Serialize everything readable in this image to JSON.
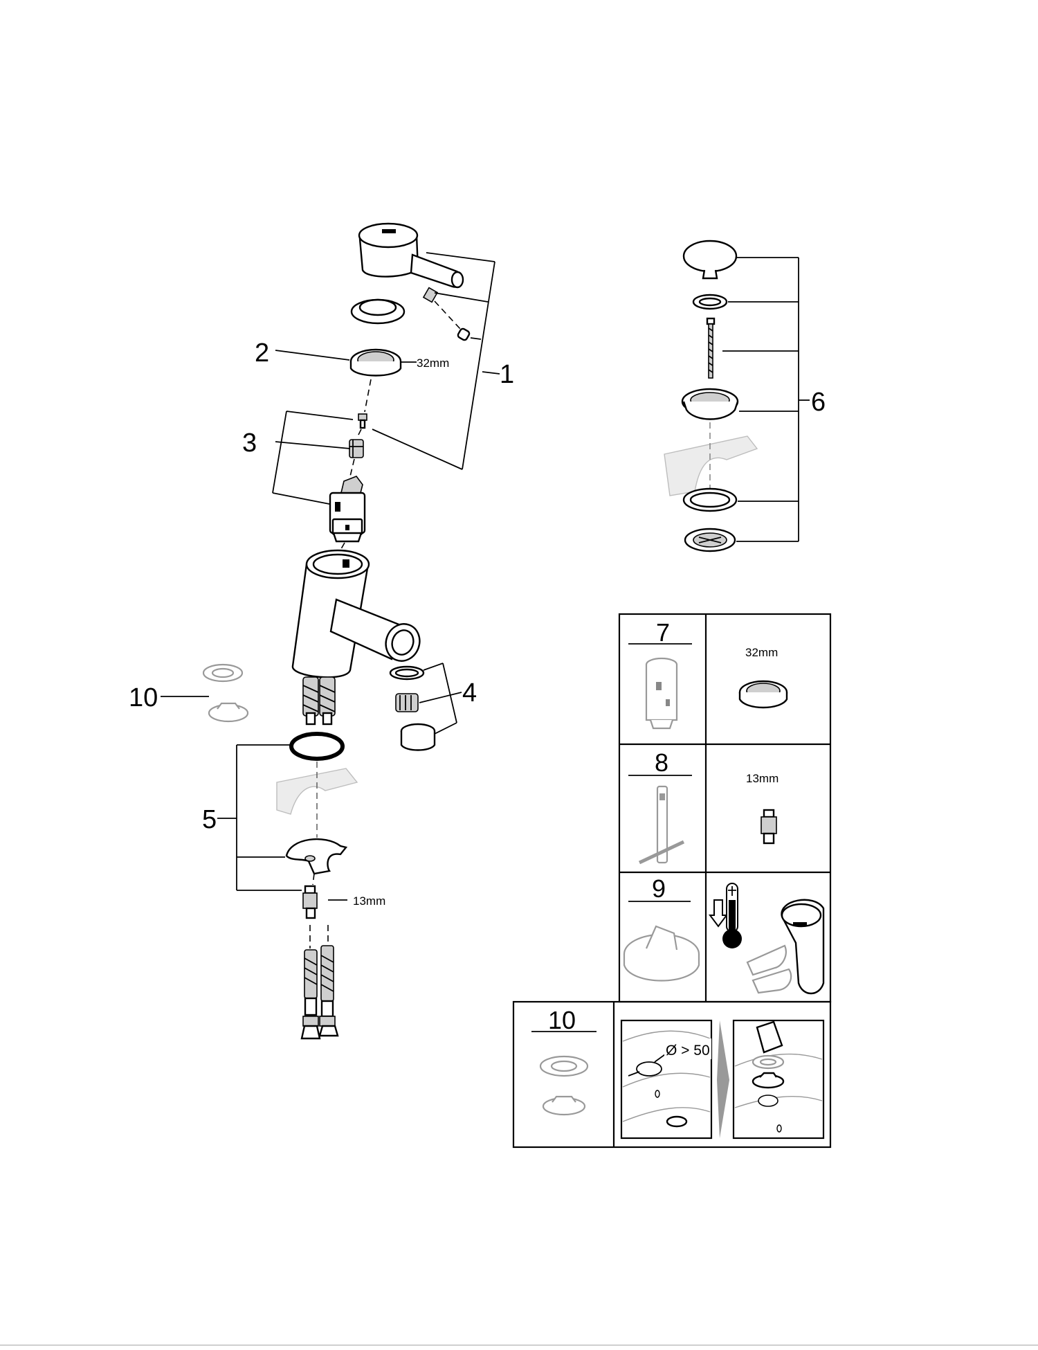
{
  "callouts": {
    "c1": "1",
    "c2": "2",
    "c3": "3",
    "c4": "4",
    "c5": "5",
    "c6": "6",
    "c10": "10"
  },
  "dimensions": {
    "nut_size": "32mm",
    "valve_size": "13mm"
  },
  "service_table": {
    "panel7": {
      "number": "7",
      "size": "32mm"
    },
    "panel8": {
      "number": "8",
      "size": "13mm"
    },
    "panel9": {
      "number": "9"
    },
    "panel10": {
      "number": "10",
      "hole_label": "Ø > 50"
    }
  },
  "icons": [
    "faucet-handle-icon",
    "thermometer-icon",
    "down-arrow-icon",
    "cartridge-icon",
    "wrench-icon"
  ]
}
